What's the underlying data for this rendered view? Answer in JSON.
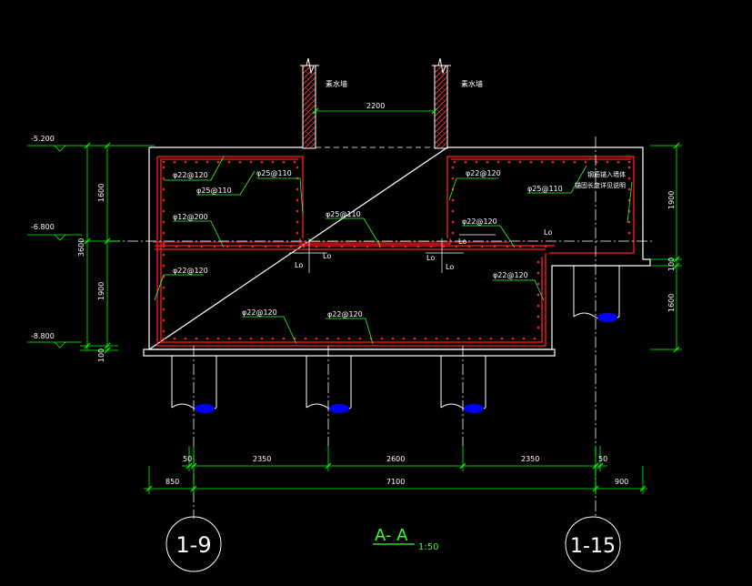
{
  "section": {
    "title": "A- A",
    "scale": "1:50"
  },
  "axes": {
    "left": "1-9",
    "right": "1-15"
  },
  "elevations": {
    "top": "-5.200",
    "mid": "-6.800",
    "bottom": "-8.800"
  },
  "wall_labels": {
    "left": "素水墙",
    "right": "素水墙"
  },
  "dims": {
    "opening": "2200",
    "left_vertical": [
      "1600",
      "3600",
      "1900",
      "100"
    ],
    "right_vertical": [
      "1900",
      "100",
      "1600"
    ],
    "bottom_row1": [
      "50",
      "2350",
      "2600",
      "2350",
      "50"
    ],
    "bottom_row2": [
      "850",
      "7100",
      "900"
    ]
  },
  "rebar_labels": {
    "l1": "φ22@120",
    "l2": "φ25@110",
    "l3": "φ25@110",
    "l4": "φ12@200",
    "l5": "φ25@110",
    "l6": "φ22@120",
    "l7": "φ22@120",
    "l8": "φ22@120",
    "r1": "φ22@120",
    "r2": "φ25@110",
    "r3": "φ22@120",
    "r4": "φ22@120",
    "note": [
      "钢筋锚入墙体",
      "锚固长度详见说明"
    ]
  },
  "lo": "Lo",
  "colors": {
    "background": "#000000",
    "concrete": "#ffffff",
    "rebar": "#ff2020",
    "dimension": "#00ff00",
    "leader": "#33ff33",
    "pile_tip": "#0000ff",
    "wall_hatch": "#ff4040"
  }
}
